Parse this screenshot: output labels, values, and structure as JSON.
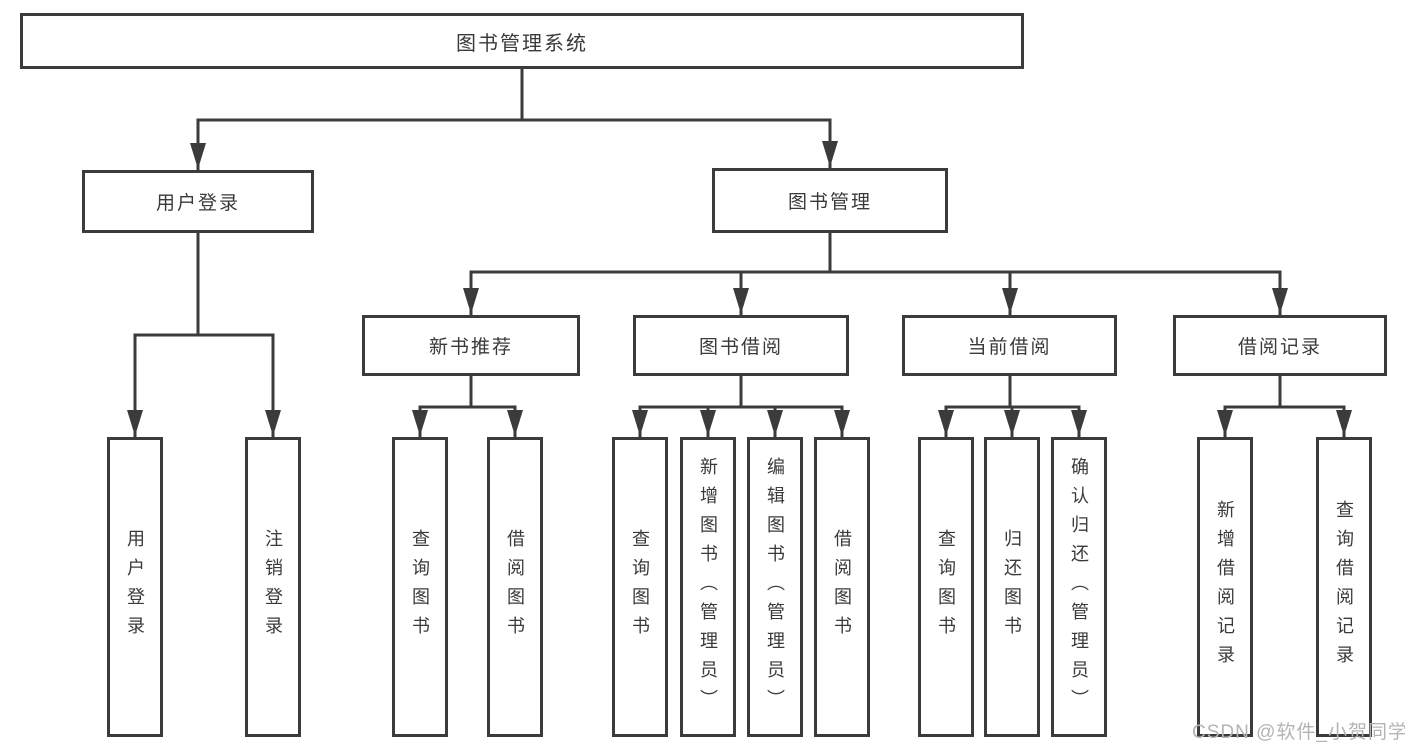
{
  "nodes": {
    "root": "图书管理系统",
    "user_login": "用户登录",
    "book_mgmt": "图书管理",
    "ul_login": "用户登录",
    "ul_logout": "注销登录",
    "new_book_rec": "新书推荐",
    "book_borrow": "图书借阅",
    "current_borrow": "当前借阅",
    "borrow_record": "借阅记录",
    "nbr_query": "查询图书",
    "nbr_borrow": "借阅图书",
    "bb_query": "查询图书",
    "bb_add": "新增图书（管理员）",
    "bb_edit": "编辑图书（管理员）",
    "bb_borrow": "借阅图书",
    "cb_query": "查询图书",
    "cb_return": "归还图书",
    "cb_confirm": "确认归还（管理员）",
    "br_add": "新增借阅记录",
    "br_query": "查询借阅记录"
  },
  "tree": {
    "图书管理系统": {
      "用户登录": [
        "用户登录",
        "注销登录"
      ],
      "图书管理": {
        "新书推荐": [
          "查询图书",
          "借阅图书"
        ],
        "图书借阅": [
          "查询图书",
          "新增图书（管理员）",
          "编辑图书（管理员）",
          "借阅图书"
        ],
        "当前借阅": [
          "查询图书",
          "归还图书",
          "确认归还（管理员）"
        ],
        "借阅记录": [
          "新增借阅记录",
          "查询借阅记录"
        ]
      }
    }
  },
  "watermark": "CSDN @软件_小贺同学",
  "colors": {
    "line": "#3b3b3b",
    "text": "#3a3a3a",
    "background": "#ffffff",
    "watermark": "#b4b4b4"
  }
}
